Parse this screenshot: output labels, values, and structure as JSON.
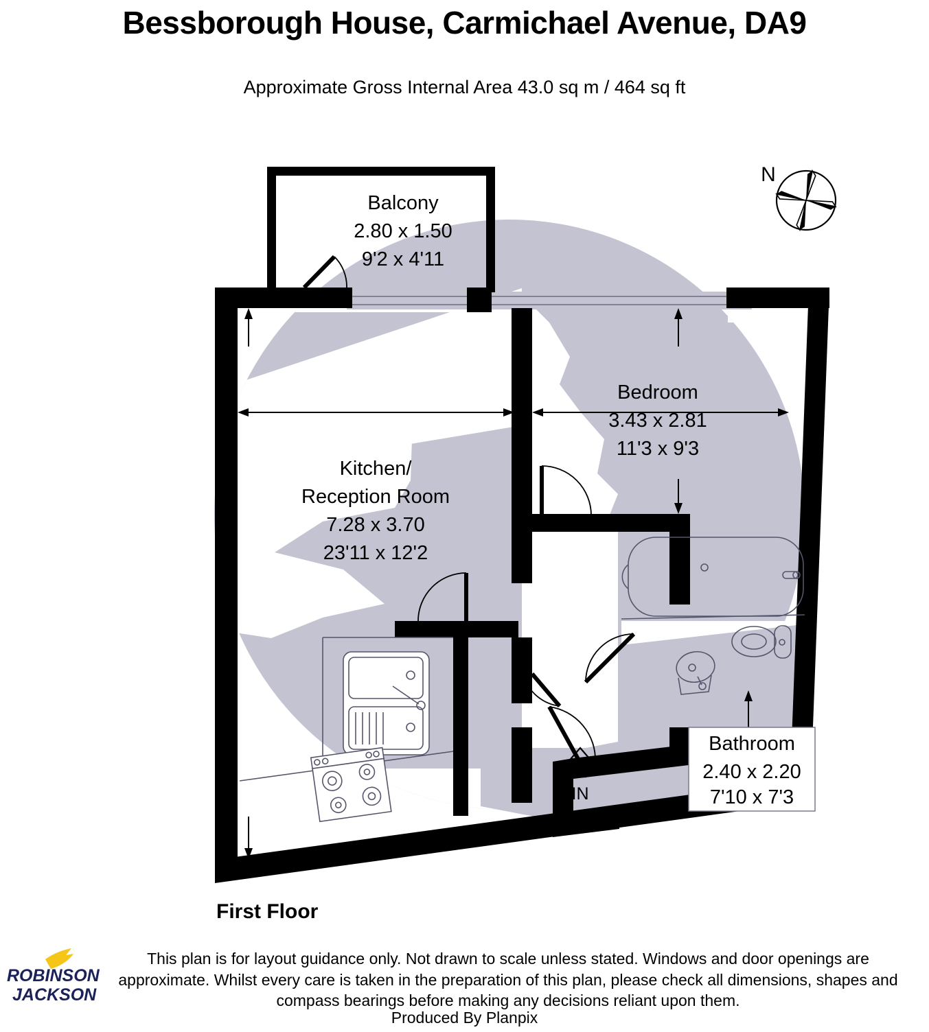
{
  "header": {
    "title": "Bessborough House, Carmichael Avenue, DA9",
    "area": "Approximate Gross Internal Area 43.0 sq m / 464 sq ft"
  },
  "floor": {
    "label": "First Floor"
  },
  "compass": {
    "north_label": "N",
    "icon": "compass-star-icon"
  },
  "entry": {
    "label": "IN",
    "icon": "up-arrow-icon"
  },
  "rooms": [
    {
      "name": "balcony",
      "label": "Balcony",
      "metric": "2.80 x 1.50",
      "imperial": "9'2 x 4'11"
    },
    {
      "name": "kitchen-reception",
      "label_line1": "Kitchen/",
      "label_line2": "Reception Room",
      "metric": "7.28 x 3.70",
      "imperial": "23'11 x 12'2"
    },
    {
      "name": "bedroom",
      "label": "Bedroom",
      "metric": "3.43 x 2.81",
      "imperial": "11'3 x 9'3"
    },
    {
      "name": "bathroom",
      "label": "Bathroom",
      "metric": "2.40 x 2.20",
      "imperial": "7'10 x 7'3"
    }
  ],
  "footer": {
    "disclaimer": "This plan is for layout guidance only. Not drawn to scale unless stated. Windows and door openings are approximate. Whilst every care is taken in the preparation of this plan, please check all dimensions, shapes and compass bearings before making any decisions reliant upon them.",
    "producer": "Produced By Planpix"
  },
  "logo": {
    "line1": "ROBINSON",
    "line2": "JACKSON",
    "text_color": "#1b2259",
    "accent_color": "#f5c518"
  },
  "colors": {
    "wall": "#000000",
    "shading": "#c4c3d2",
    "fixture_stroke": "#55556b",
    "background": "#ffffff"
  }
}
